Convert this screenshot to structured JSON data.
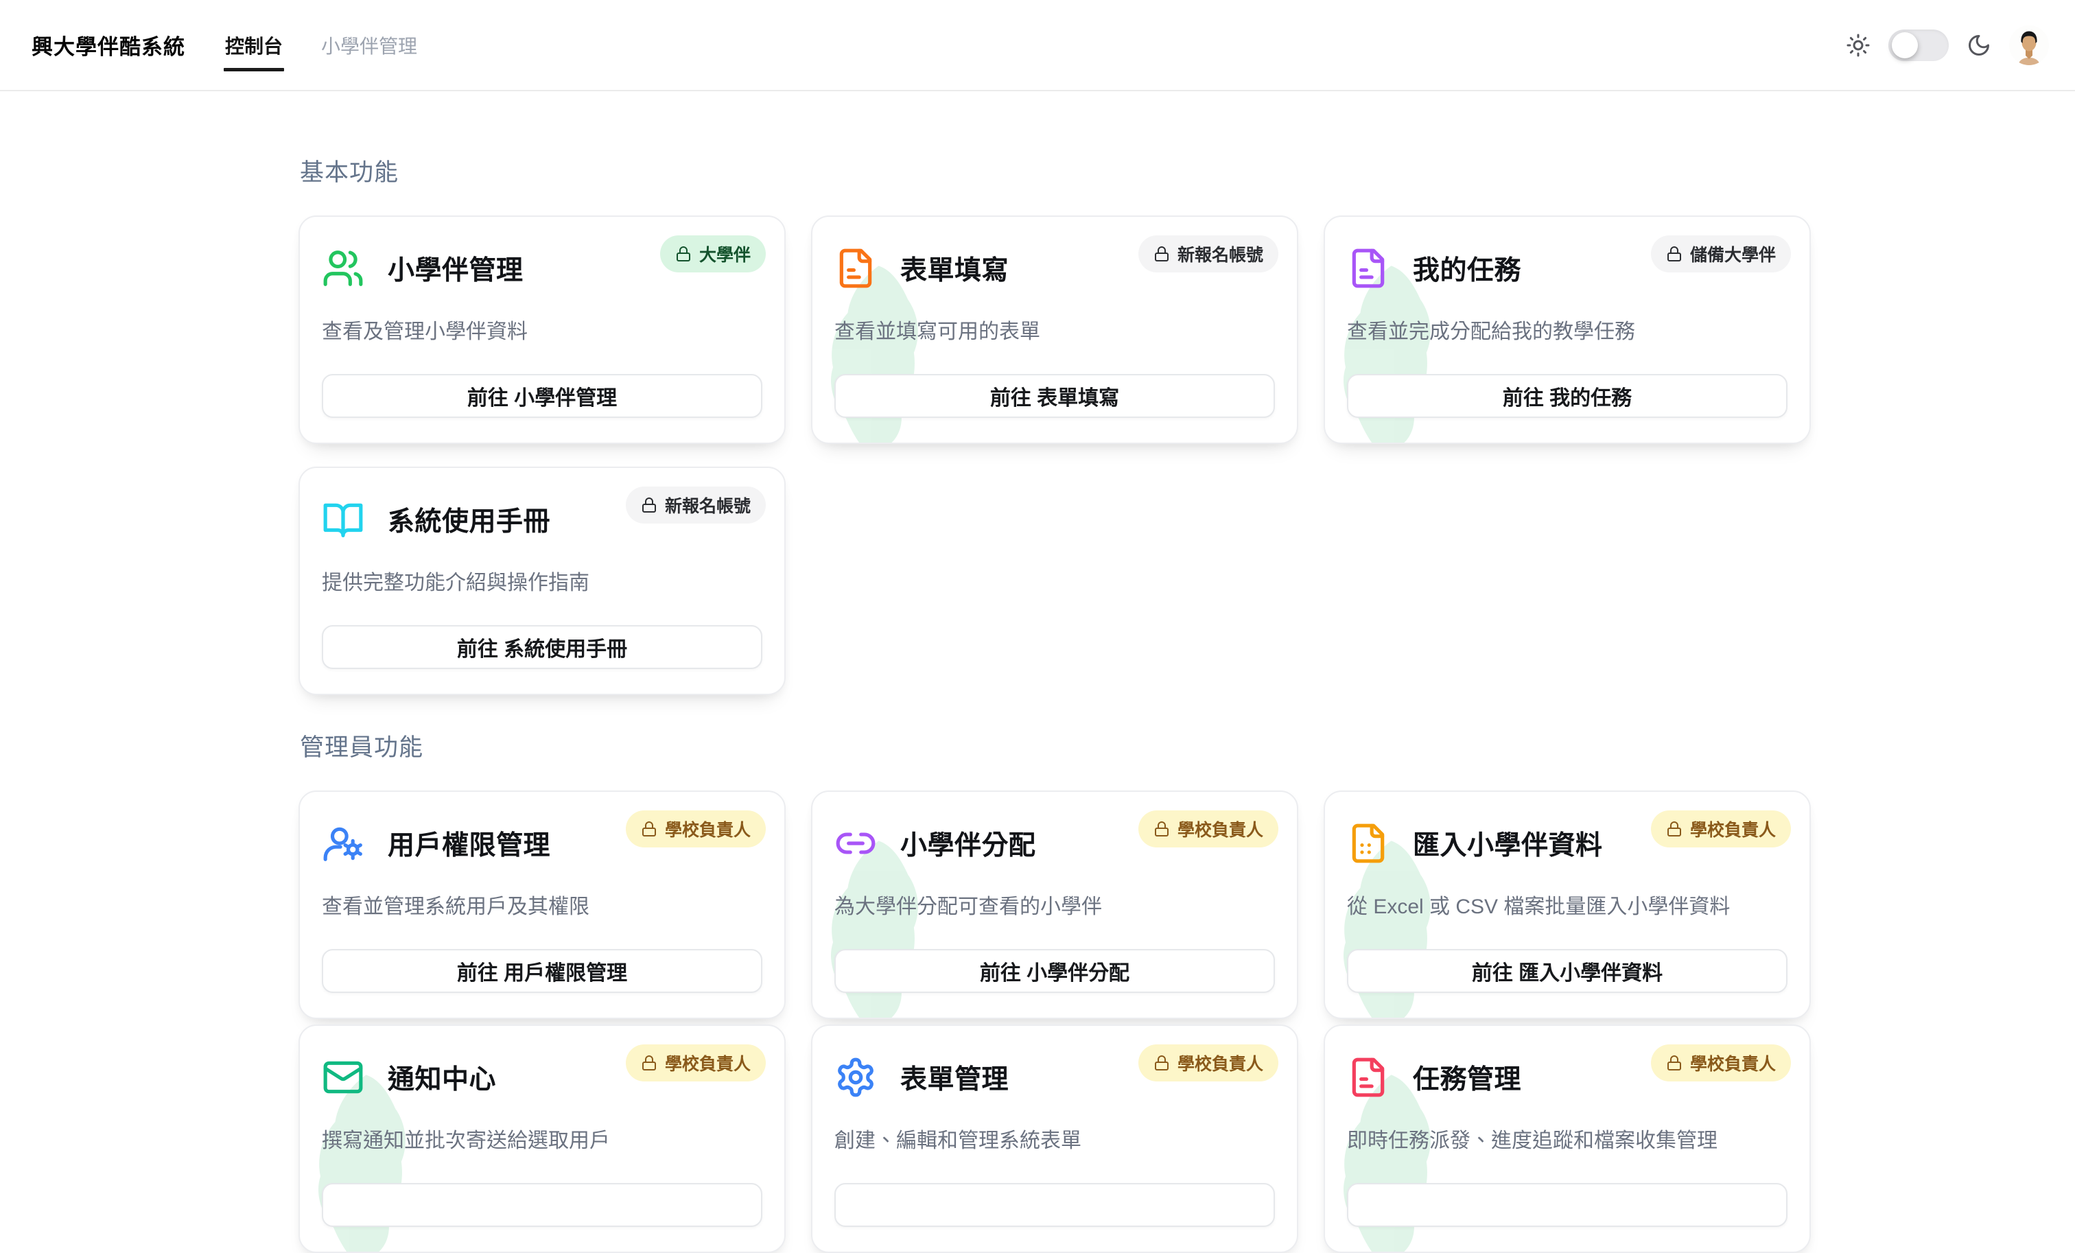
{
  "header": {
    "app_title": "興大學伴酷系統",
    "tabs": [
      {
        "label": "控制台",
        "active": true
      },
      {
        "label": "小學伴管理",
        "active": false
      }
    ],
    "theme_switch": {
      "state": "off",
      "left_icon": "sun-icon",
      "right_icon": "moon-icon"
    },
    "avatar": "user-avatar"
  },
  "colors": {
    "badge_green_bg": "#d9f5e2",
    "badge_green_text": "#14532d",
    "badge_gray_bg": "#f4f4f5",
    "badge_gray_text": "#2b2d31",
    "badge_yellow_bg": "#fdf6c9",
    "badge_yellow_text": "#8a5a1b",
    "watermark": "#cdeeda",
    "active_tab_underline": "#1b1b1b"
  },
  "sections": [
    {
      "title": "基本功能",
      "cards": [
        {
          "icon": "users-icon",
          "icon_color": "#22c55e",
          "title": "小學伴管理",
          "badge": {
            "label": "大學伴",
            "variant": "green"
          },
          "description": "查看及管理小學伴資料",
          "button_label": "前往 小學伴管理",
          "watermark": false
        },
        {
          "icon": "file-text-icon",
          "icon_color": "#f97316",
          "title": "表單填寫",
          "badge": {
            "label": "新報名帳號",
            "variant": "gray"
          },
          "description": "查看並填寫可用的表單",
          "button_label": "前往 表單填寫",
          "watermark": true
        },
        {
          "icon": "file-text-icon",
          "icon_color": "#a855f7",
          "title": "我的任務",
          "badge": {
            "label": "儲備大學伴",
            "variant": "gray"
          },
          "description": "查看並完成分配給我的教學任務",
          "button_label": "前往 我的任務",
          "watermark": true
        },
        {
          "icon": "book-open-icon",
          "icon_color": "#22d3ee",
          "title": "系統使用手冊",
          "badge": {
            "label": "新報名帳號",
            "variant": "gray"
          },
          "description": "提供完整功能介紹與操作指南",
          "button_label": "前往 系統使用手冊",
          "watermark": false
        }
      ]
    },
    {
      "title": "管理員功能",
      "cards": [
        {
          "icon": "user-cog-icon",
          "icon_color": "#3b82f6",
          "title": "用戶權限管理",
          "badge": {
            "label": "學校負責人",
            "variant": "yellow"
          },
          "description": "查看並管理系統用戶及其權限",
          "button_label": "前往 用戶權限管理",
          "watermark": false
        },
        {
          "icon": "link-icon",
          "icon_color": "#a855f7",
          "title": "小學伴分配",
          "badge": {
            "label": "學校負責人",
            "variant": "yellow"
          },
          "description": "為大學伴分配可查看的小學伴",
          "button_label": "前往 小學伴分配",
          "watermark": true
        },
        {
          "icon": "file-import-icon",
          "icon_color": "#f59e0b",
          "title": "匯入小學伴資料",
          "badge": {
            "label": "學校負責人",
            "variant": "yellow"
          },
          "description": "從 Excel 或 CSV 檔案批量匯入小學伴資料",
          "button_label": "前往 匯入小學伴資料",
          "watermark": true
        },
        {
          "icon": "mail-icon",
          "icon_color": "#10b981",
          "title": "通知中心",
          "badge": {
            "label": "學校負責人",
            "variant": "yellow"
          },
          "description": "撰寫通知並批次寄送給選取用戶",
          "button_label": "",
          "watermark": true
        },
        {
          "icon": "settings-icon",
          "icon_color": "#3b82f6",
          "title": "表單管理",
          "badge": {
            "label": "學校負責人",
            "variant": "yellow"
          },
          "description": "創建、編輯和管理系統表單",
          "button_label": "",
          "watermark": false
        },
        {
          "icon": "file-text-icon",
          "icon_color": "#f43f5e",
          "title": "任務管理",
          "badge": {
            "label": "學校負責人",
            "variant": "yellow"
          },
          "description": "即時任務派發、進度追蹤和檔案收集管理",
          "button_label": "",
          "watermark": true
        }
      ]
    }
  ]
}
